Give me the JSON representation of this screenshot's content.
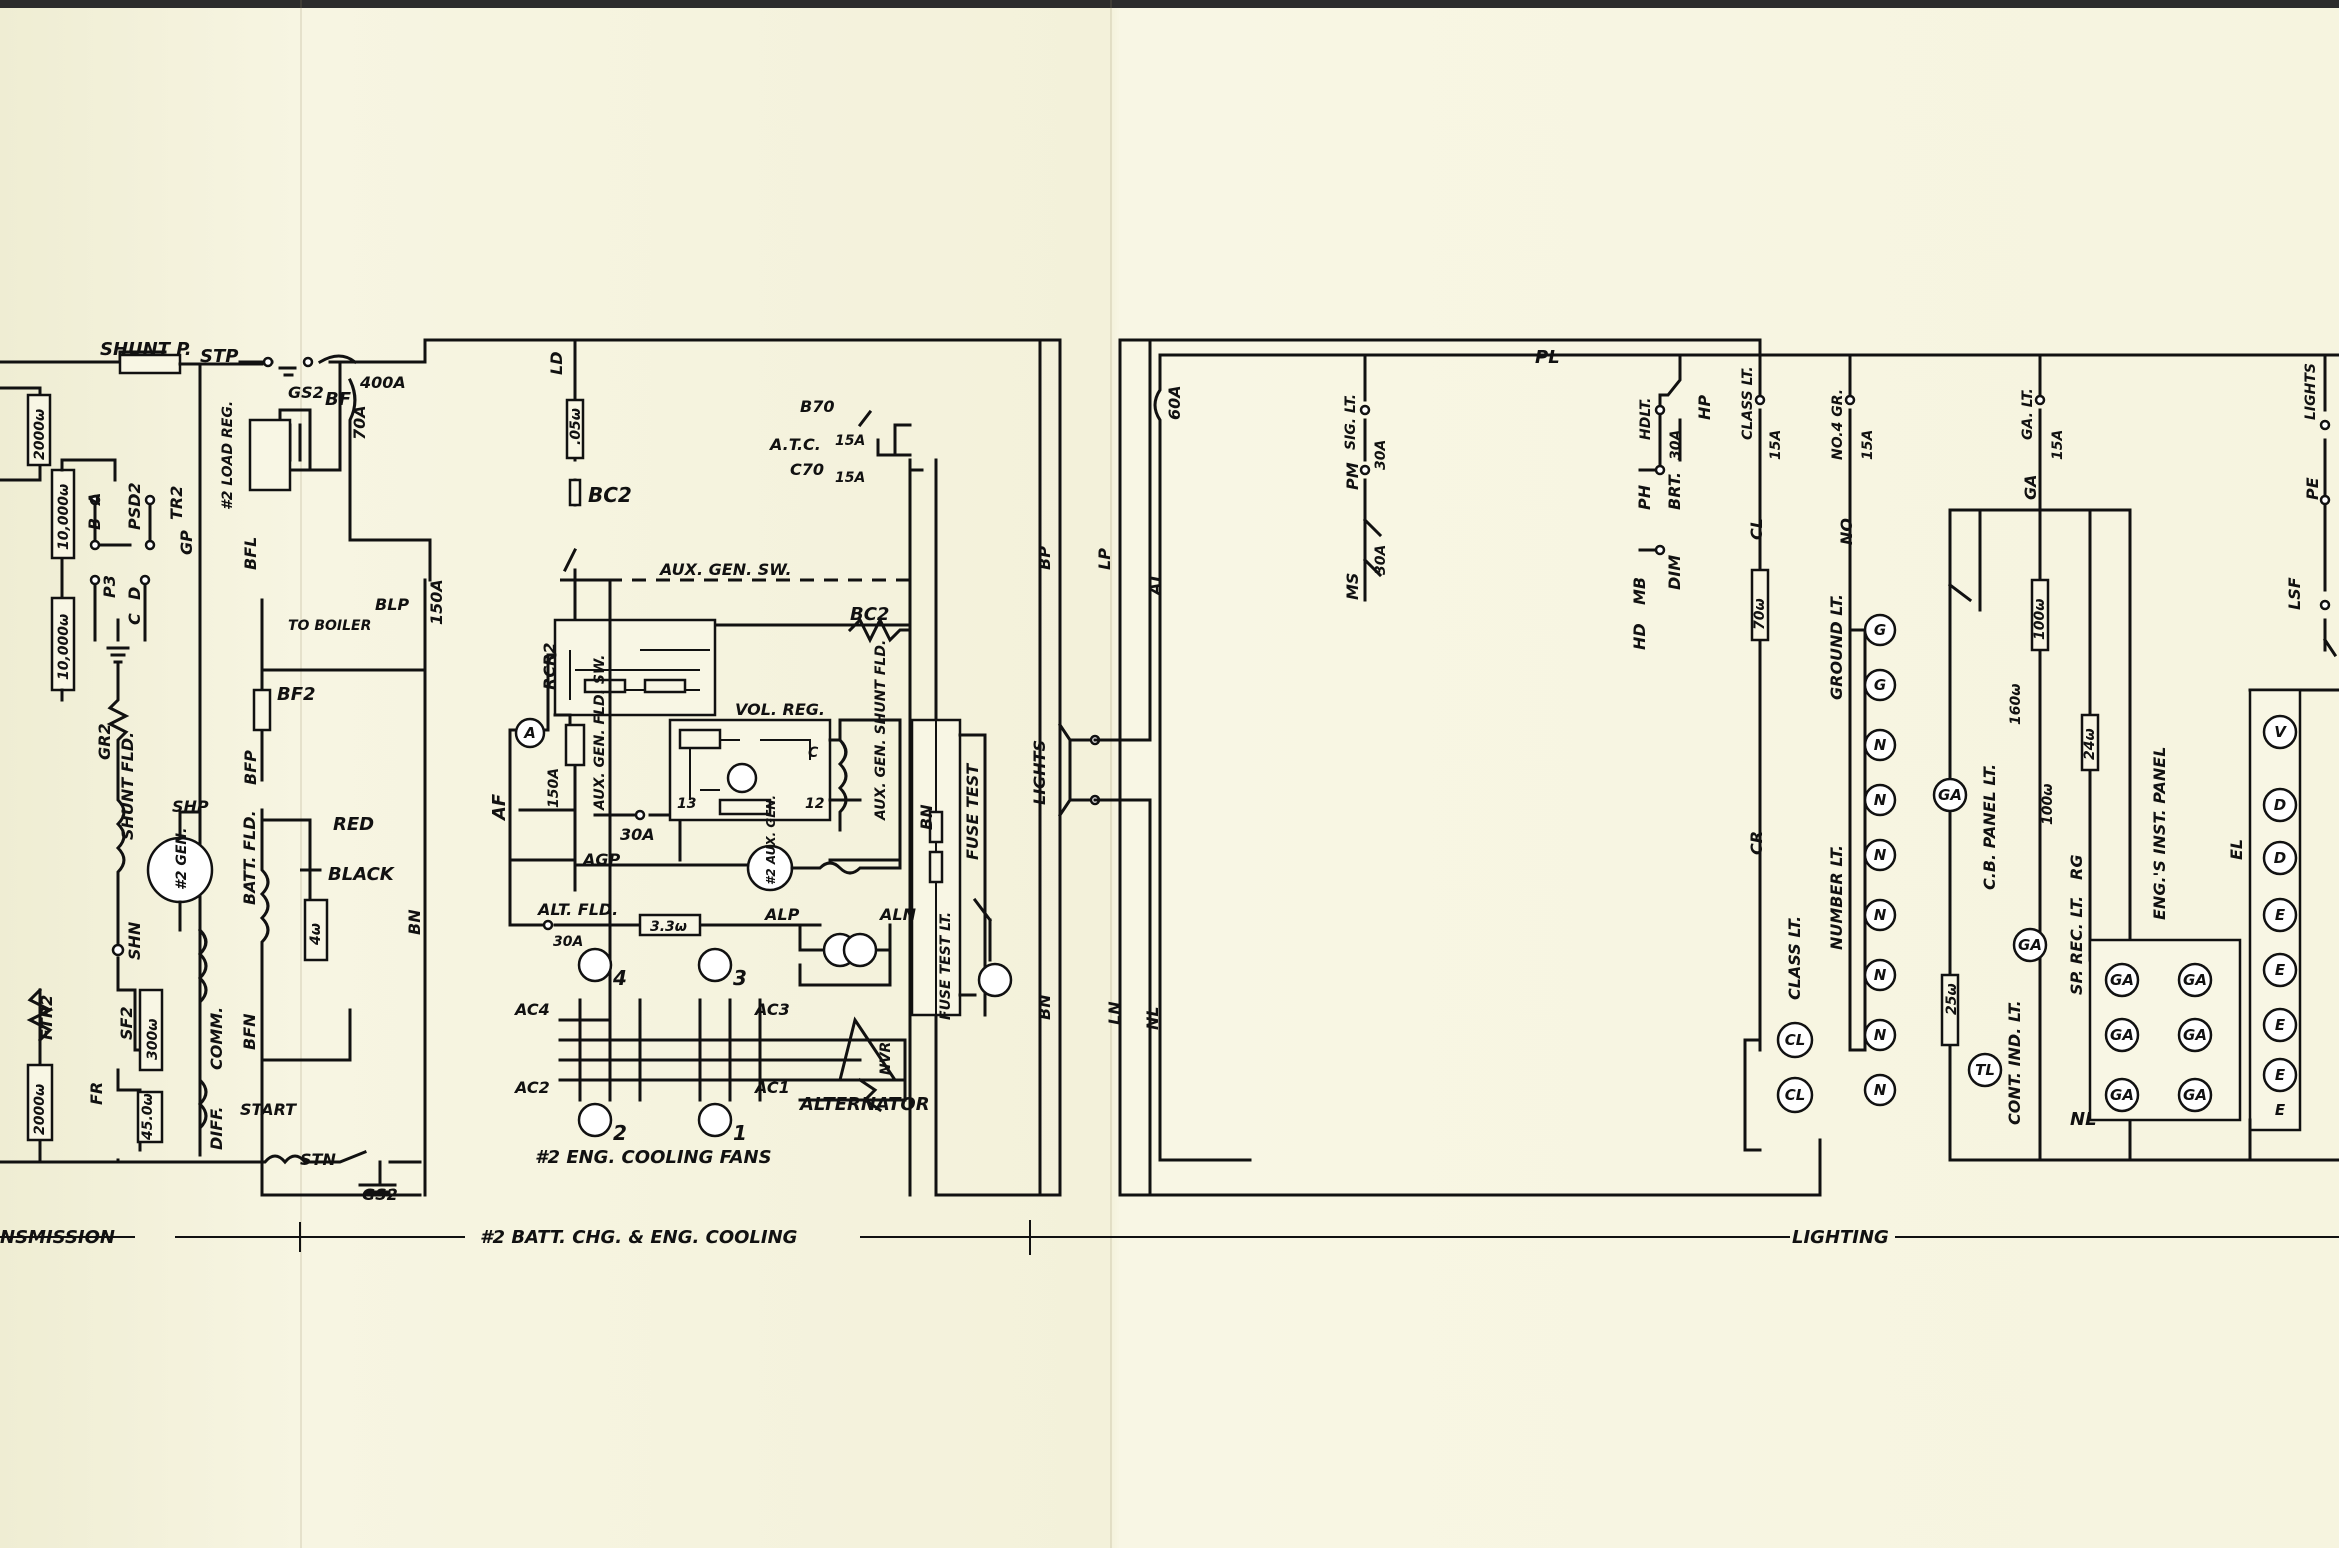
{
  "sections": {
    "transmission": "NSMISSION",
    "batt_chg": "#2 BATT. CHG. & ENG. COOLING",
    "lighting": "LIGHTING"
  },
  "labels": {
    "shunt_p": "SHUNT P.",
    "stp": "STP",
    "gs2_top": "GS2",
    "a400": "400A",
    "bf": "BF",
    "a70": "70A",
    "load_reg": "#2 LOAD REG.",
    "ld": "LD",
    "res_05": ".05ω",
    "bc2": "BC2",
    "b70": "B70",
    "atc": "A.T.C.",
    "c70": "C70",
    "a15_1": "15A",
    "a15_2": "15A",
    "r2000_top": "2000ω",
    "r10000_a": "10,000ω",
    "r10000_b": "10,000ω",
    "psd2": "PSD2",
    "tr2": "TR2",
    "p3": "P3",
    "b": "B",
    "a": "A",
    "d": "D",
    "c": "C",
    "gp": "GP",
    "bfl": "BFL",
    "blp": "BLP",
    "a150": "150A",
    "aux_gen_sw": "AUX. GEN. SW.",
    "to_boiler": "TO BOILER",
    "bc2_b": "BC2",
    "rcr2": "RCR2",
    "gr2": "GR2",
    "bf2": "BF2",
    "vol_reg": "VOL. REG.",
    "ammeter": "A",
    "a150b": "150A",
    "aux_gen_fld_sw": "AUX. GEN. FLD. SW.",
    "a30": "30A",
    "n13": "13",
    "n12": "12",
    "c_small": "C",
    "aux_gen_shunt_fld": "AUX. GEN. SHUNT FLD.",
    "bn_mid": "BN",
    "fuse_test": "FUSE TEST",
    "af": "AF",
    "bfp": "BFP",
    "shp": "SHP",
    "shunt_fld": "SHUNT FLD.",
    "gen2": "#2 GEN.",
    "red": "RED",
    "black": "BLACK",
    "batt_fld": "BATT. FLD.",
    "r4": "4ω",
    "agp": "AGP",
    "aux_gen": "#2 AUX. GEN.",
    "alt_fld": "ALT. FLD.",
    "a30b": "30A",
    "r33": "3.3ω",
    "alp": "ALP",
    "aln": "ALN",
    "fuse_test_lt": "FUSE TEST LT.",
    "shn": "SHN",
    "sf2": "SF2",
    "r300": "300ω",
    "ftr2": "FTR2",
    "r2000_bot": "2000ω",
    "fr": "FR",
    "r45": "45.0ω",
    "comm": "COMM.",
    "diff": "DIFF.",
    "bfn": "BFN",
    "bn_left": "BN",
    "start": "START",
    "stn": "STN",
    "gs2_bot": "GS2",
    "ac4": "AC4",
    "ac3": "AC3",
    "ac2": "AC2",
    "ac1": "AC1",
    "nvr": "NVR",
    "alternator": "ALTERNATOR",
    "cooling_fans": "#2 ENG. COOLING FANS",
    "bp": "BP",
    "lp": "LP",
    "at": "AT",
    "lights": "LIGHTS",
    "bn_right": "BN",
    "ln": "LN",
    "nl_v": "NL",
    "a60": "60A",
    "pl": "PL",
    "sig_lt": "SIG. LT.",
    "a30c": "30A",
    "pm": "PM",
    "ms": "MS",
    "a30d": "30A",
    "hdlt": "HDLT.",
    "ph": "PH",
    "a30e": "30A",
    "hp": "HP",
    "mb": "MB",
    "brt": "BRT.",
    "hd": "HD",
    "dim": "DIM",
    "class_lt_top": "CLASS LT.",
    "a15c": "15A",
    "cl_v": "CL",
    "r70": "70ω",
    "cr": "CR",
    "class_lt_side": "CLASS LT.",
    "no4gr": "NO.4 GR.",
    "a15d": "15A",
    "no": "NO",
    "ground_lt": "GROUND LT.",
    "number_lt": "NUMBER LT.",
    "ga_lt": "GA. LT.",
    "a15e": "15A",
    "ga_v": "GA",
    "r100a": "100ω",
    "r160": "160ω",
    "cb_panel_lt": "C.B. PANEL LT.",
    "r100b": "100ω",
    "r24": "24ω",
    "rg": "RG",
    "sp_rec_lt": "SP. REC. LT.",
    "engs_inst_panel": "ENG.'S INST. PANEL",
    "r25": "25ω",
    "cont_ind_lt": "CONT. IND. LT.",
    "nl_h": "NL",
    "lights_r": "LIGHTS",
    "pe": "PE",
    "lsf": "LSF",
    "el": "EL"
  },
  "lamps": {
    "ground": [
      "G",
      "G"
    ],
    "number": [
      "N",
      "N",
      "N",
      "N",
      "N",
      "N",
      "N"
    ],
    "class": [
      "CL",
      "CL"
    ],
    "cb_panel": "GA",
    "sp_rec": "GA",
    "cont_ind": "TL",
    "eng_panel": [
      "GA",
      "GA",
      "GA",
      "GA",
      "GA",
      "GA"
    ],
    "right_col": [
      "V",
      "D",
      "D",
      "E",
      "E",
      "E",
      "E",
      "E"
    ]
  },
  "fans": [
    "4",
    "3",
    "2",
    "1"
  ]
}
